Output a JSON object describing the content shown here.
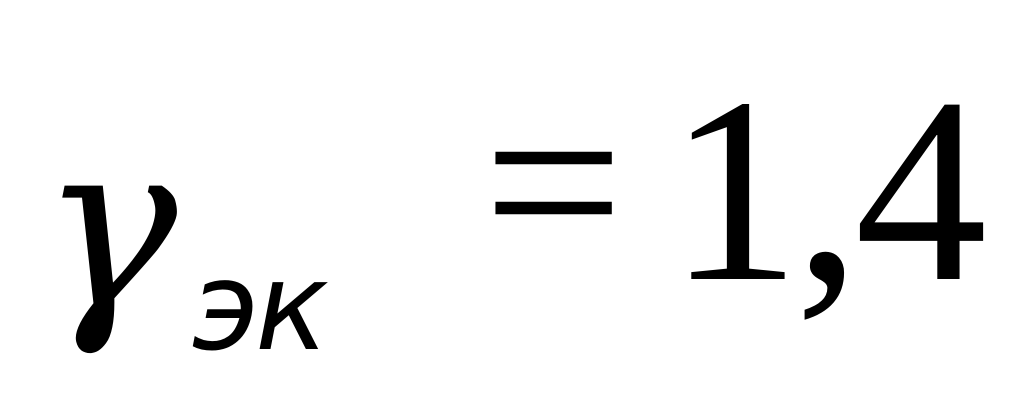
{
  "formula": {
    "symbol": "γ",
    "subscript": "эк",
    "operator": "=",
    "value": "1,4"
  }
}
